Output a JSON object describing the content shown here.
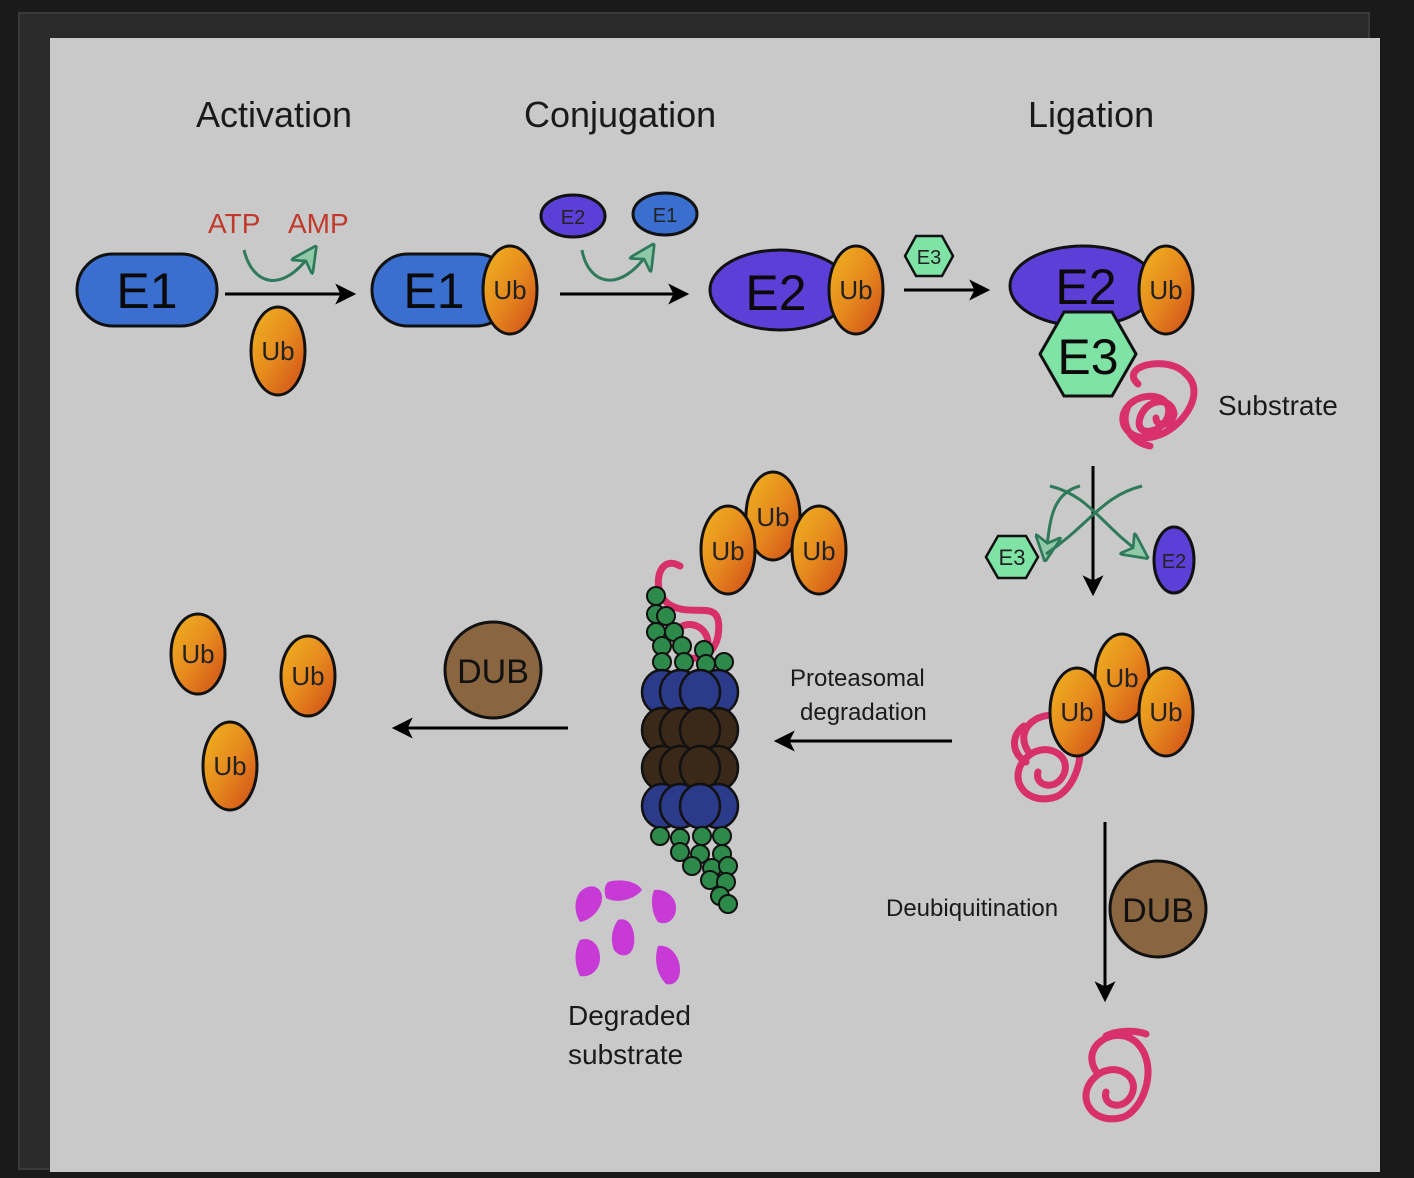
{
  "stages": {
    "activation": "Activation",
    "conjugation": "Conjugation",
    "ligation": "Ligation"
  },
  "cofactors": {
    "atp": "ATP",
    "amp": "AMP"
  },
  "proteins": {
    "e1": "E1",
    "e2": "E2",
    "e3": "E3",
    "ub": "Ub",
    "dub": "DUB"
  },
  "labels": {
    "substrate": "Substrate",
    "proteasomal_1": "Proteasomal",
    "proteasomal_2": "degradation",
    "deubiquitination": "Deubiquitination",
    "degraded_1": "Degraded",
    "degraded_2": "substrate"
  },
  "colors": {
    "background": "#c9c9c9",
    "e1": "#3a6fd0",
    "e2": "#5b3fd6",
    "e3": "#7fe3a6",
    "ub_gold": "#e8a020",
    "ub_orange": "#d9641c",
    "substrate": "#d8306a",
    "dub": "#8a6640",
    "degraded": "#c83ad6",
    "proteasome_blue": "#2c3a8a",
    "proteasome_brown": "#3a2818",
    "proteasome_green": "#2e8a4a",
    "cofactor_text": "#c0392b",
    "arrow_green": "#2f7a5a"
  }
}
